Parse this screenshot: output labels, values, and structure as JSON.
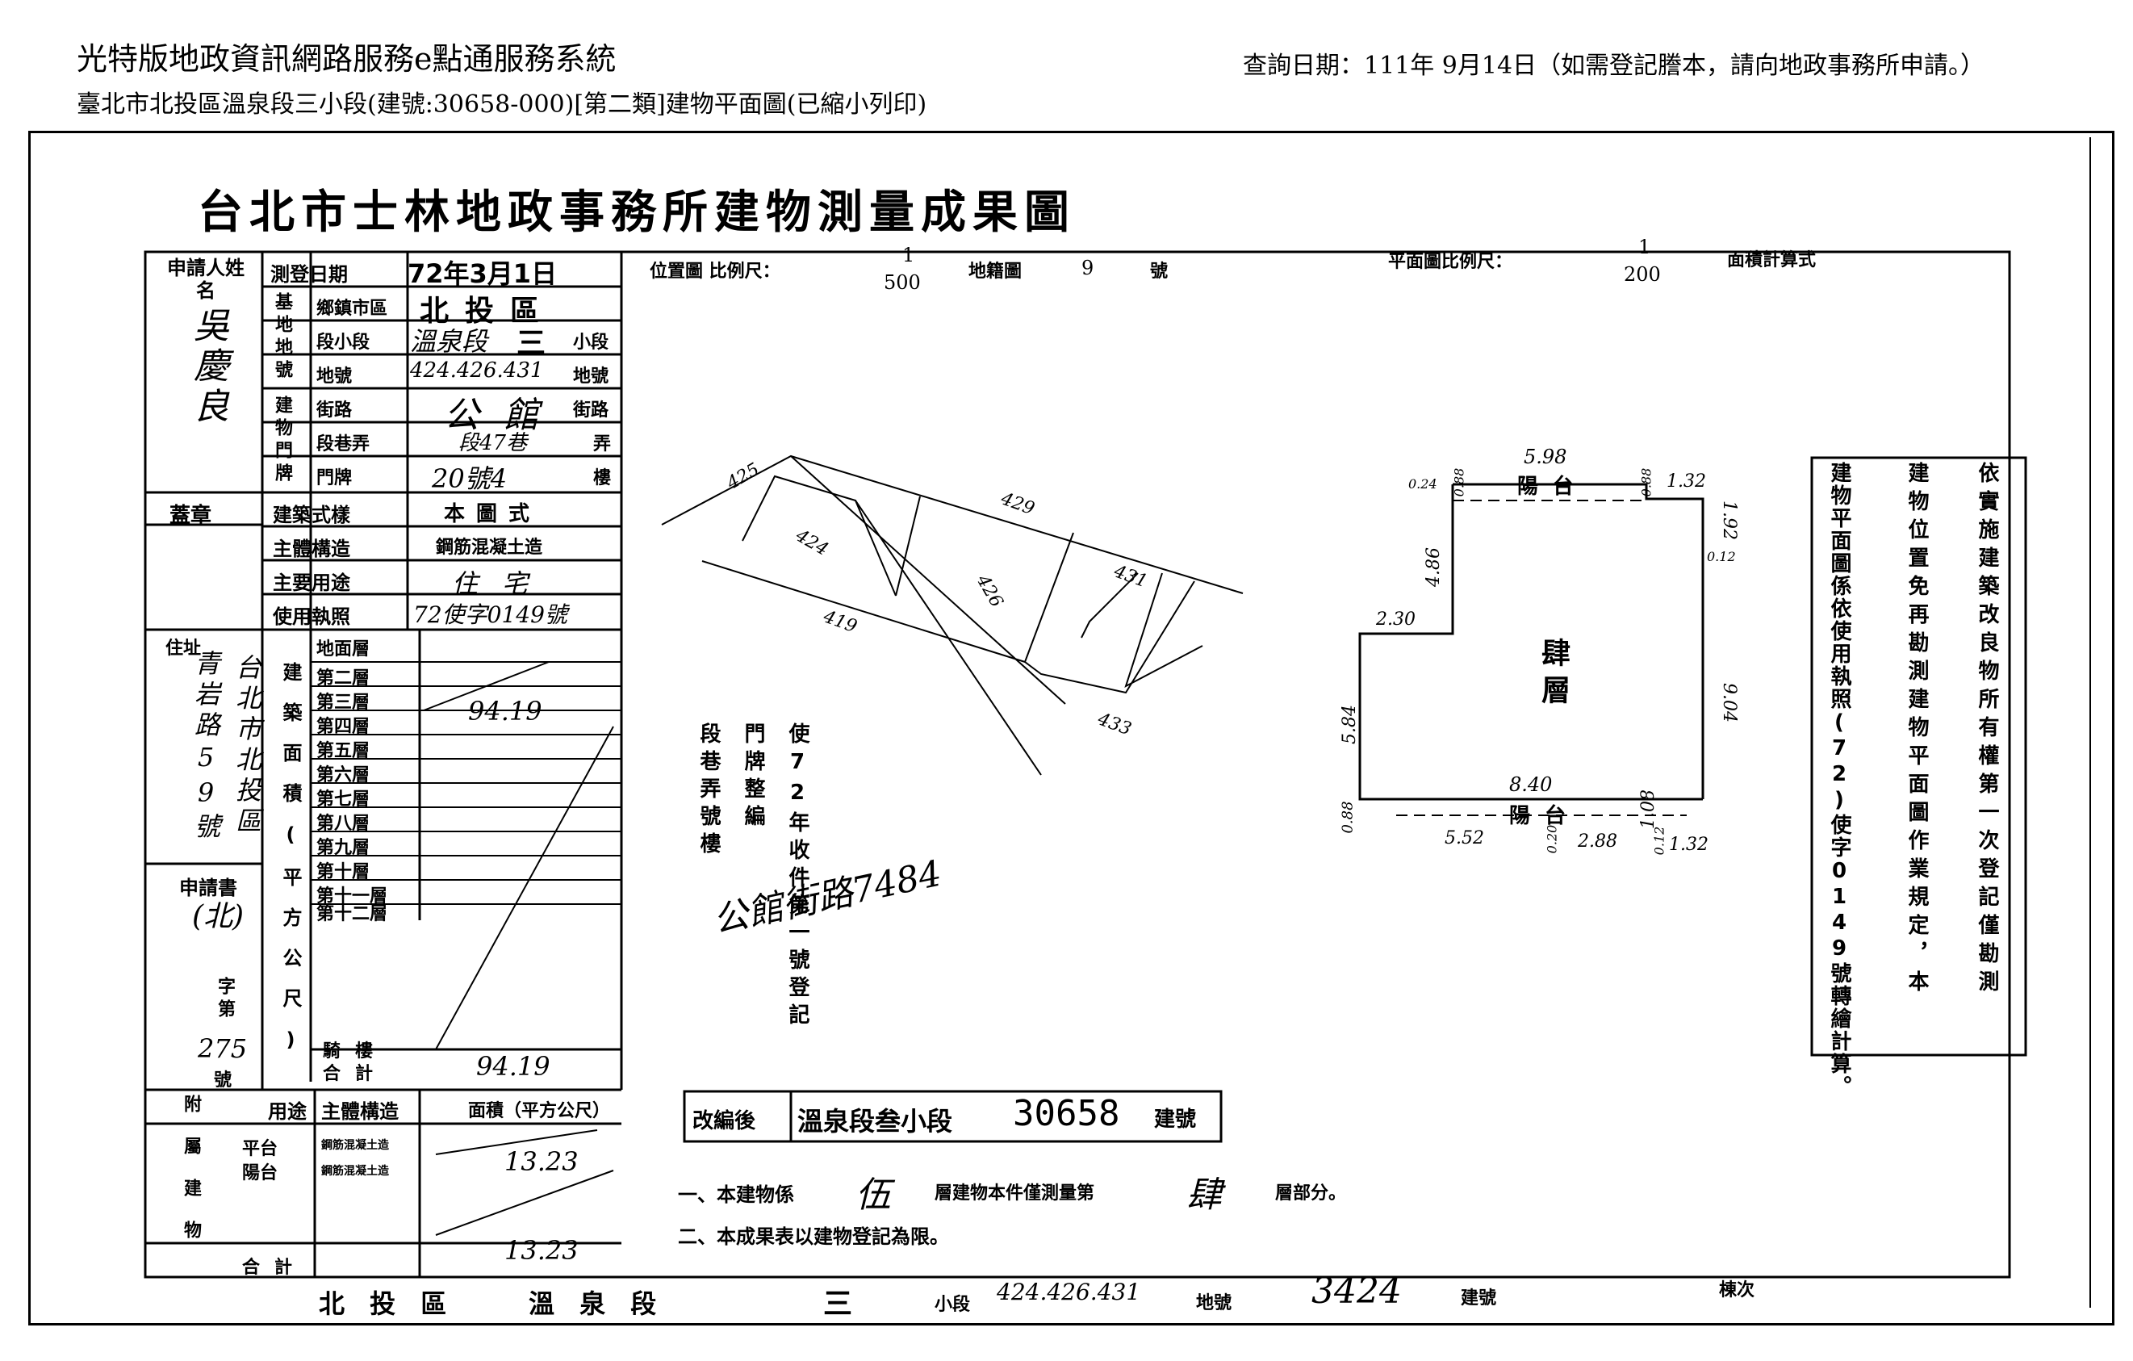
{
  "header": {
    "system_title": "光特版地政資訊網路服務e點通服務系統",
    "query_date": "查詢日期：111年 9月14日（如需登記謄本，請向地政事務所申請。）",
    "subtitle": "臺北市北投區溫泉段三小段(建號:30658-000)[第二類]建物平面圖(已縮小列印)"
  },
  "doc": {
    "title": "台北市士林地政事務所建物測量成果圖",
    "applicant_label": "申請人姓名",
    "applicant_name": "吳慶良",
    "seal_label": "蓋章",
    "address_label": "住址",
    "address_value_1": "台北市北投區",
    "address_value_2": "青岩路59號",
    "application_label": "申請書",
    "application_value": "(北)",
    "zi_label": "字第",
    "zi_number": "275",
    "hao_label": "號",
    "survey_date_label": "測登日期",
    "survey_date_value": "72年3月1日",
    "base_label": "基地地號",
    "township_label": "鄉鎮市區",
    "township_value": "北投區",
    "section_label": "段小段",
    "section_value": "溫泉段",
    "section_sub_value": "三",
    "section_sub_suffix": "小段",
    "lot_label": "地號",
    "lot_value": "424.426.431",
    "lot_suffix": "地號",
    "door_label": "建物門牌",
    "street_label": "街路",
    "street_value": "公館",
    "street_suffix": "街路",
    "lane_label": "段巷弄",
    "lane_value": "段47巷",
    "lane_suffix": "弄",
    "doorno_label": "門牌",
    "doorno_value": "20號4",
    "doorno_suffix": "樓",
    "style_label": "建築式樣",
    "style_value": "本圖式",
    "structure_label": "主體構造",
    "structure_value": "鋼筋混凝土造",
    "use_label": "主要用途",
    "use_value": "住宅",
    "permit_label": "使用執照",
    "permit_value": "72使字0149號",
    "area_label": "建築面積(平方公尺)",
    "floors": [
      "地面層",
      "第二層",
      "第三層",
      "第四層",
      "第五層",
      "第六層",
      "第七層",
      "第八層",
      "第九層",
      "第十層",
      "第十一層",
      "第十二層"
    ],
    "floor4_area": "94.19",
    "arcade_label": "騎樓",
    "total_label": "合計",
    "total_area": "94.19",
    "annex_label": "附屬建物",
    "annex_use_header": "用途",
    "annex_struct_header": "主體構造",
    "annex_area_header": "面積（平方公尺）",
    "annex_rows": [
      {
        "use": "平台",
        "struct": "鋼筋混凝土造",
        "area": "13.23"
      },
      {
        "use": "陽台",
        "struct": "鋼筋混凝土造",
        "area": ""
      }
    ],
    "annex_total_label": "合計",
    "annex_total": "13.23",
    "loc_map_label": "位置圖 比例尺：",
    "loc_scale_num": "1",
    "loc_scale_den": "500",
    "loc_sheet_label": "地籍圖",
    "loc_sheet_no": "9",
    "loc_sheet_suffix": "號",
    "plan_label": "平面圖比例尺：",
    "plan_scale_num": "1",
    "plan_scale_den": "200",
    "calc_label": "面積計算式",
    "lots": [
      "425",
      "429",
      "424",
      "426",
      "431",
      "419",
      "433"
    ],
    "plan_dims": {
      "top": "5.98",
      "left_top_a": "0.24",
      "left_top_b": "0.88",
      "right_top_a": "0.88",
      "right_top_b": "1.32",
      "right_1": "1.92",
      "right_2": "0.12",
      "left_h": "4.86",
      "left_w": "2.30",
      "right_h": "9.04",
      "left_lower": "5.84",
      "bottom": "8.40",
      "bl": "0.88",
      "b1": "5.52",
      "b2": "0.20",
      "b3": "2.88",
      "b4": "0.12",
      "b5": "1.08",
      "b6": "1.32"
    },
    "balcony_top": "陽台",
    "balcony_bottom": "陽台",
    "floor_name": "肆層",
    "note_cols": [
      "依實施建築改良物所有權第一次登記僅勘測",
      "建物位置免再勘測建物平面圖作業規定，本",
      "建物平面圖係依使用執照(72)使字0149號轉繪計算。"
    ],
    "door_stamp_cols": [
      "使72年收件第一號登記",
      "門牌整編",
      "段巷弄號樓"
    ],
    "door_stamp_hand": "公館街路7484",
    "renumber_label": "改編後",
    "renumber_value": "溫泉段叁小段",
    "renumber_no": "30658",
    "renumber_suffix": "建號",
    "note1_a": "一、本建物係",
    "note1_floors": "伍",
    "note1_b": "層建物本件僅測量第",
    "note1_floor": "肆",
    "note1_c": "層部分。",
    "note2": "二、本成果表以建物登記為限。",
    "footer_district": "北 投 區",
    "footer_section": "溫 泉 段",
    "footer_sub": "三",
    "footer_sub_label": "小段",
    "footer_lots": "424.426.431",
    "footer_lot_label": "地號",
    "footer_bldg_no": "3424",
    "footer_bldg_label": "建號",
    "footer_order_label": "棟次"
  }
}
